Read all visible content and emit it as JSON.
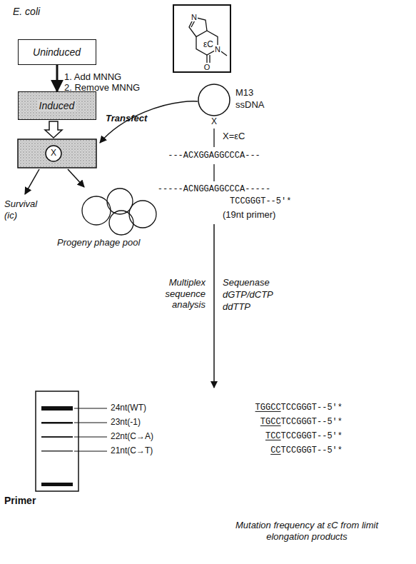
{
  "diagram": {
    "nodes": [
      {
        "text": [
          "Uninduced"
        ]
      },
      {
        "text": [
          "Induced"
        ]
      },
      {
        "text": [
          "εC"
        ]
      }
    ],
    "edges": [
      {
        "from": 0,
        "to": 1,
        "arrow": "to"
      }
    ],
    "labels": [
      "E. coli",
      "1. Add MNNG",
      "2. Remove MNNG",
      "Transfect",
      "Survival (ic)",
      "Progeny phage pool",
      "M13",
      "ssDNA",
      "X",
      "X",
      "X=εC",
      "---ACXGGAGGCCCA---",
      "-----ACNGGAGGCCCA-----",
      "TCCGGGT--5'*",
      "(19nt primer)",
      "Multiplex sequence analysis",
      "Sequenase",
      "dGTP/dCTP",
      "ddTTP",
      "Primer",
      "24nt(WT)",
      "TGGCCTCCGGGT--5'*",
      "23nt(-1)",
      "TGCCTCCGGGT--5'*",
      "22nt(C→A)",
      "TCCTCCGGGT--5'*",
      "21nt(C→T)",
      "CCTCCGGGT--5'*",
      "Mutation frequency at εC from limit elongation products",
      "N",
      "N",
      "O"
    ]
  }
}
